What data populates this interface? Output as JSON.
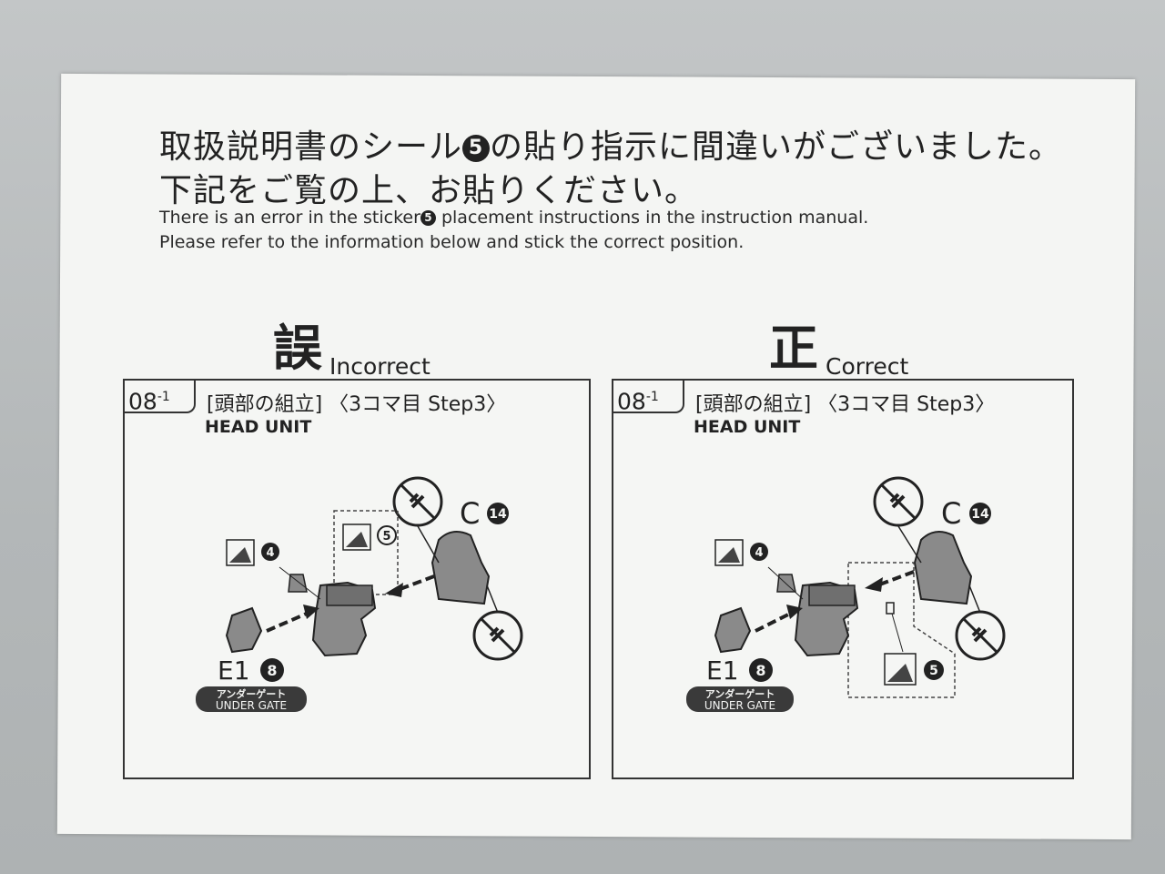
{
  "notice": {
    "jp_line1": "取扱説明書のシール",
    "jp_sticker_number": "5",
    "jp_line1_end": "の貼り指示に間違いがございました。",
    "jp_line2": "下記をご覧の上、お貼りください。",
    "en_line1_start": "There is an error in the sticker",
    "en_line1_end": " placement instructions in the instruction manual.",
    "en_line2": "Please refer to the information below and stick the correct position."
  },
  "panels": [
    {
      "heading_kanji": "誤",
      "heading_en": "Incorrect",
      "step_number": "08",
      "step_sub": "-1",
      "step_title": "[頭部の組立]  〈3コマ目   Step3〉",
      "step_subtitle": "HEAD UNIT",
      "part_c": "C",
      "part_c_number": "14",
      "part_e": "E1",
      "part_e_number": "8",
      "sticker_4": "4",
      "sticker_5": "5",
      "gate_jp": "アンダーゲート",
      "gate_en": "UNDER GATE"
    },
    {
      "heading_kanji": "正",
      "heading_en": "Correct",
      "step_number": "08",
      "step_sub": "-1",
      "step_title": "[頭部の組立]  〈3コマ目   Step3〉",
      "step_subtitle": "HEAD UNIT",
      "part_c": "C",
      "part_c_number": "14",
      "part_e": "E1",
      "part_e_number": "8",
      "sticker_4": "4",
      "sticker_5": "5",
      "gate_jp": "アンダーゲート",
      "gate_en": "UNDER GATE"
    }
  ],
  "icons": [
    "prohibited-nipper-icon",
    "sticker-icon",
    "arrow-icon"
  ],
  "colors": {
    "ink": "#222222",
    "paper": "#f4f5f3",
    "part_gray": "#8a8a8a"
  }
}
